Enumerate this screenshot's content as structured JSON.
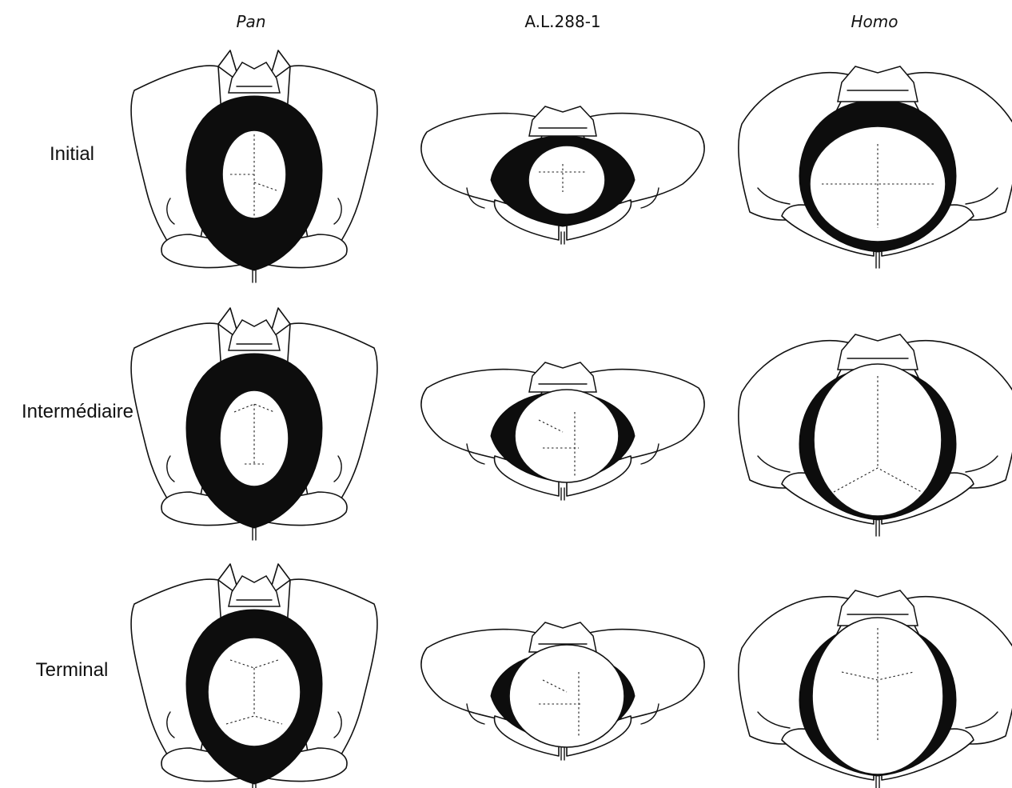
{
  "columns": [
    {
      "id": "pan",
      "title": "Pan",
      "italic": true
    },
    {
      "id": "al288",
      "title": "A.L.288-1",
      "italic": false
    },
    {
      "id": "homo",
      "title": "Homo",
      "italic": true
    }
  ],
  "rows": [
    {
      "id": "initial",
      "label": "Initial"
    },
    {
      "id": "intermediaire",
      "label": "Intermédiaire"
    },
    {
      "id": "terminal",
      "label": "Terminal"
    }
  ]
}
